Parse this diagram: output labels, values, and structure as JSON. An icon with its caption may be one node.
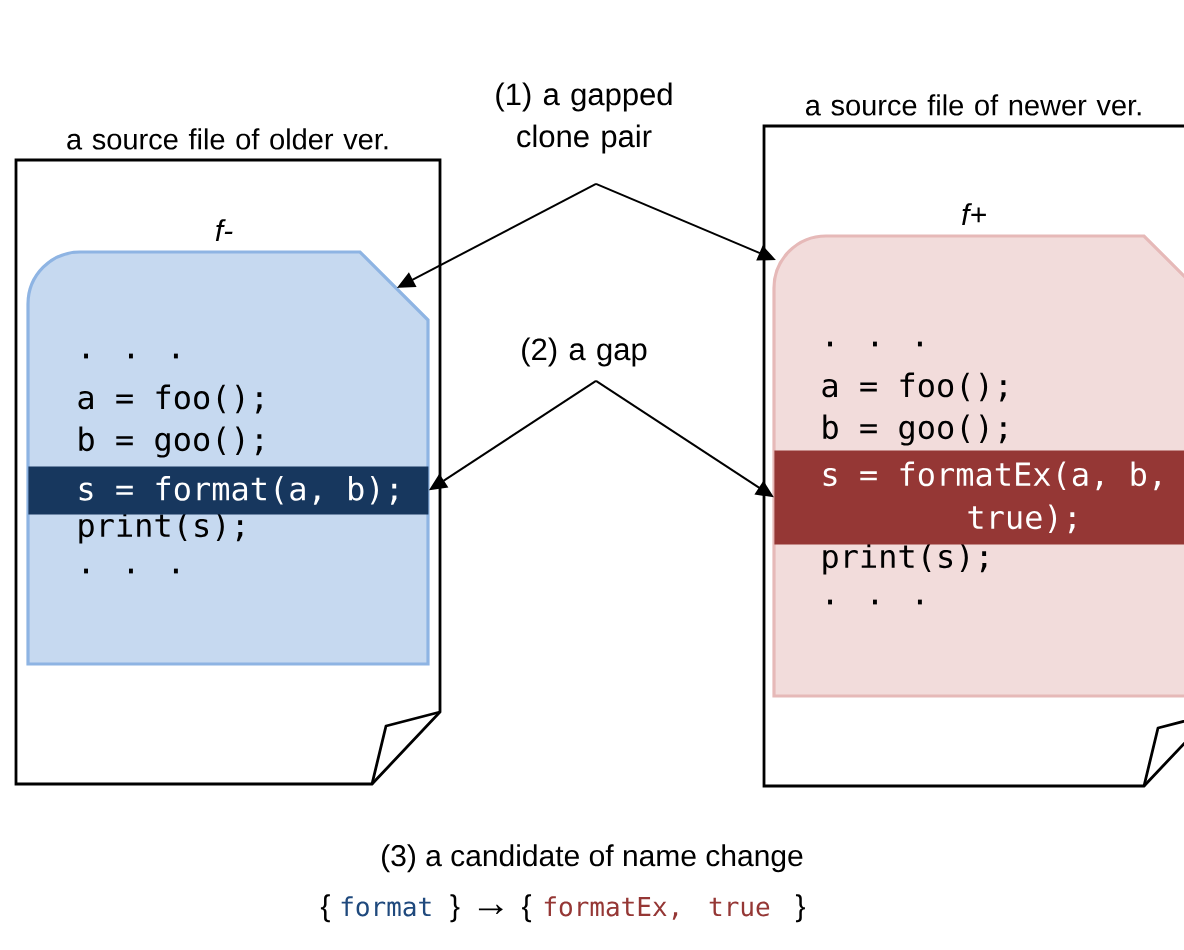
{
  "diagram": {
    "nodes": [
      {
        "text": [
          "a source file of older ver."
        ]
      },
      {
        "text": [
          "f-",
          ". . .",
          "a = foo();",
          "b = goo();",
          "print(s);",
          ". . ."
        ],
        "in": 0
      },
      {
        "text": [
          "s = format(a, b);"
        ],
        "in": 1
      },
      {
        "text": [
          "a source file of newer ver."
        ]
      },
      {
        "text": [
          "f+",
          ". . .",
          "a = foo();",
          "b = goo();",
          "print(s);",
          ". . ."
        ],
        "in": 3
      },
      {
        "text": [
          "s = formatEx(a, b, true);"
        ],
        "in": 4
      },
      {
        "text": [
          "(1) a gapped clone pair"
        ]
      },
      {
        "text": [
          "(2) a gap"
        ]
      }
    ],
    "edges": [
      {
        "from": 6,
        "to": 1,
        "arrow": "to"
      },
      {
        "from": 6,
        "to": 4,
        "arrow": "to"
      },
      {
        "from": 7,
        "to": 2,
        "arrow": "to"
      },
      {
        "from": 7,
        "to": 5,
        "arrow": "to"
      }
    ],
    "labels": [
      "(3) a candidate of name change",
      "{",
      "format",
      "}",
      "→",
      "{",
      "formatEx,",
      "true",
      "}"
    ]
  }
}
